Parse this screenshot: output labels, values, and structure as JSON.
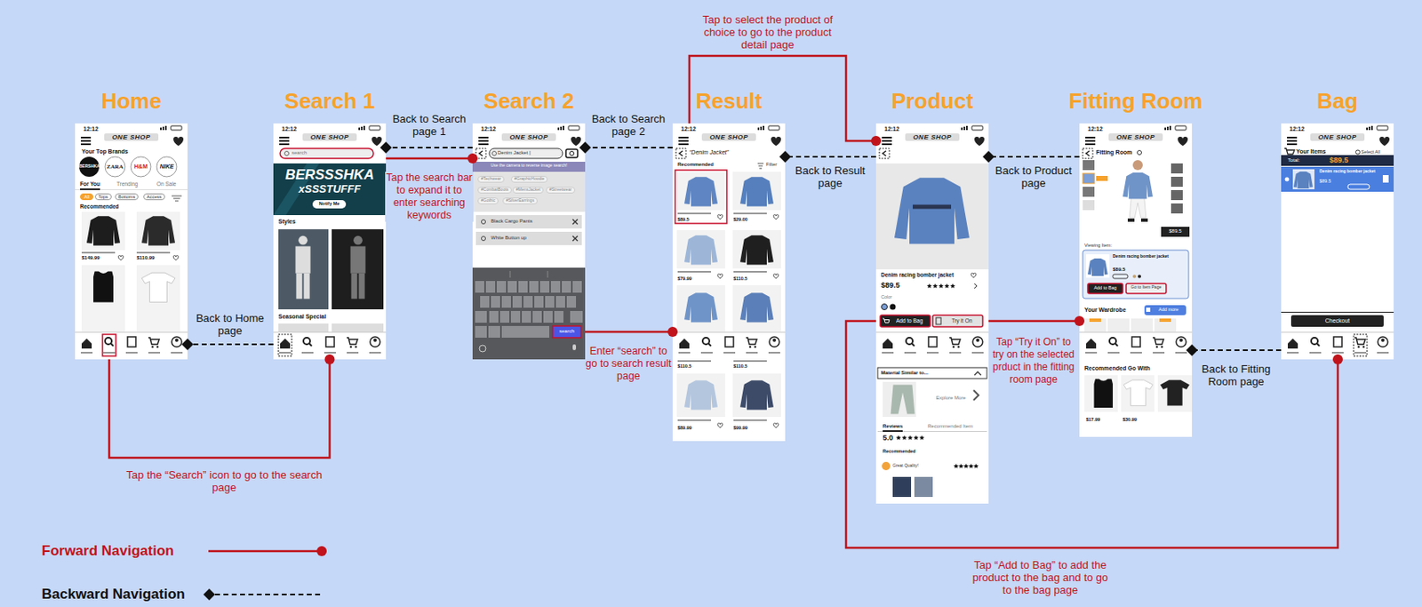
{
  "diagram": {
    "nodes": [
      {
        "text": [
          "Home"
        ]
      },
      {
        "text": [
          "Search 1"
        ]
      },
      {
        "text": [
          "Search 2"
        ]
      },
      {
        "text": [
          "Result"
        ]
      },
      {
        "text": [
          "Product"
        ]
      },
      {
        "text": [
          "Fitting Room"
        ]
      },
      {
        "text": [
          "Bag"
        ]
      }
    ],
    "edges": [
      {
        "from": 0,
        "to": 1,
        "arrow": "to",
        "label": "Tap the “Search” icon to go to the search page"
      },
      {
        "from": 1,
        "to": 0,
        "arrow": "to",
        "label": "Back to Home page"
      },
      {
        "from": 1,
        "to": 2,
        "arrow": "to",
        "label": "Tap the search bar to expand it to enter searching keywords"
      },
      {
        "from": 2,
        "to": 1,
        "arrow": "to",
        "label": "Back to Search page 1"
      },
      {
        "from": 2,
        "to": 3,
        "arrow": "to",
        "label": "Enter “search” to go to search result page"
      },
      {
        "from": 3,
        "to": 2,
        "arrow": "to",
        "label": "Back to Search page 2"
      },
      {
        "from": 3,
        "to": 4,
        "arrow": "to",
        "label": "Tap to select the product of choice to go to the product detail page"
      },
      {
        "from": 4,
        "to": 3,
        "arrow": "to",
        "label": "Back to Result page"
      },
      {
        "from": 4,
        "to": 5,
        "arrow": "to",
        "label": "Tap “Try it On” to try on the selected prduct in the fitting room page"
      },
      {
        "from": 5,
        "to": 4,
        "arrow": "to",
        "label": "Back to Product page"
      },
      {
        "from": 4,
        "to": 6,
        "arrow": "to",
        "label": "Tap “Add to Bag” to add the product to the bag and to go to the bag page"
      },
      {
        "from": 6,
        "to": 5,
        "arrow": "to",
        "label": "Back to Fitting Room page"
      }
    ],
    "labels": [
      "12:12",
      "ONE SHOP",
      "Your Top Brands",
      "BERSHKA",
      "ZARA",
      "H&M",
      "NIKE",
      "For You",
      "Trending",
      "On Sale",
      "All",
      "Tops",
      "Bottoms",
      "Access",
      "Recommended",
      "$149.99",
      "$110.99",
      "12:12",
      "ONE SHOP",
      "search",
      "BERSSSHKA",
      "xSSSTUFFF",
      "Notify Me",
      "Styles",
      "Seasonal Special",
      "12:12",
      "ONE SHOP",
      "Denim Jacket |",
      "Use the camera to reverse image search!",
      "#Techwear",
      "#GraphicHoodie",
      "#CombatBoots",
      "#MensJacket",
      "#Streetwear",
      "#Gothic",
      "#SilverEarrings",
      "Black Cargo Pants",
      "White Button up",
      "search",
      "12:12",
      "ONE SHOP",
      "“Denim Jacket”",
      "Recommended",
      "Filter",
      "$89.5",
      "$29.00",
      "$79.99",
      "$110.5",
      "$110.5",
      "$110.5",
      "$89.99",
      "$99.99",
      "12:12",
      "ONE SHOP",
      "Denim racing bomber jacket",
      "$89.5",
      "Color",
      "Add to Bag",
      "Try it On",
      "Material Similar to...",
      "Explore More",
      "Reviews",
      "Recommended Item",
      "5.0",
      "Recommended",
      "Great Quality!",
      "12:12",
      "ONE SHOP",
      "Fitting Room",
      "$89.5",
      "Viewing Item:",
      "Denim racing bomber jacket",
      "$89.5",
      "Add to Bag",
      "Go to Item Page",
      "Your Wardrobe",
      "Add more",
      "Recommended Go With",
      "$17.99",
      "$30.99",
      "12:12",
      "ONE SHOP",
      "Your Items",
      "Select All",
      "Total:",
      "$89.5",
      "Denim racing bomber jacket",
      "$89.5",
      "Checkout"
    ],
    "legend": [
      {
        "text": "Forward Navigation"
      },
      {
        "text": "Backward Navigation"
      }
    ]
  }
}
